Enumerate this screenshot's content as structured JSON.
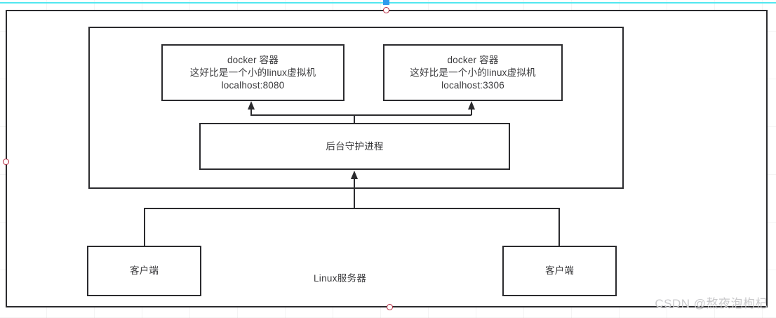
{
  "diagram": {
    "title": "Docker architecture on Linux server",
    "outer": {
      "label": "Linux服务器"
    },
    "containers": [
      {
        "name": "docker-container-1",
        "lines": [
          "docker 容器",
          "这好比是一个小的linux虚拟机",
          "localhost:8080"
        ]
      },
      {
        "name": "docker-container-2",
        "lines": [
          "docker 容器",
          "这好比是一个小的linux虚拟机",
          "localhost:3306"
        ]
      }
    ],
    "daemon": {
      "label": "后台守护进程"
    },
    "clients": [
      {
        "label": "客户端"
      },
      {
        "label": "客户端"
      }
    ]
  },
  "canvas": {
    "handles": [
      "handle-top-center",
      "handle-left-middle",
      "handle-bottom-center"
    ],
    "guide_color": "#52e7ef",
    "marker_color": "#2f9bed",
    "handle_color": "#b3233b",
    "stroke_color": "#2b2b2e"
  },
  "watermark": {
    "text": "CSDN @熬夜泡枸杞"
  }
}
